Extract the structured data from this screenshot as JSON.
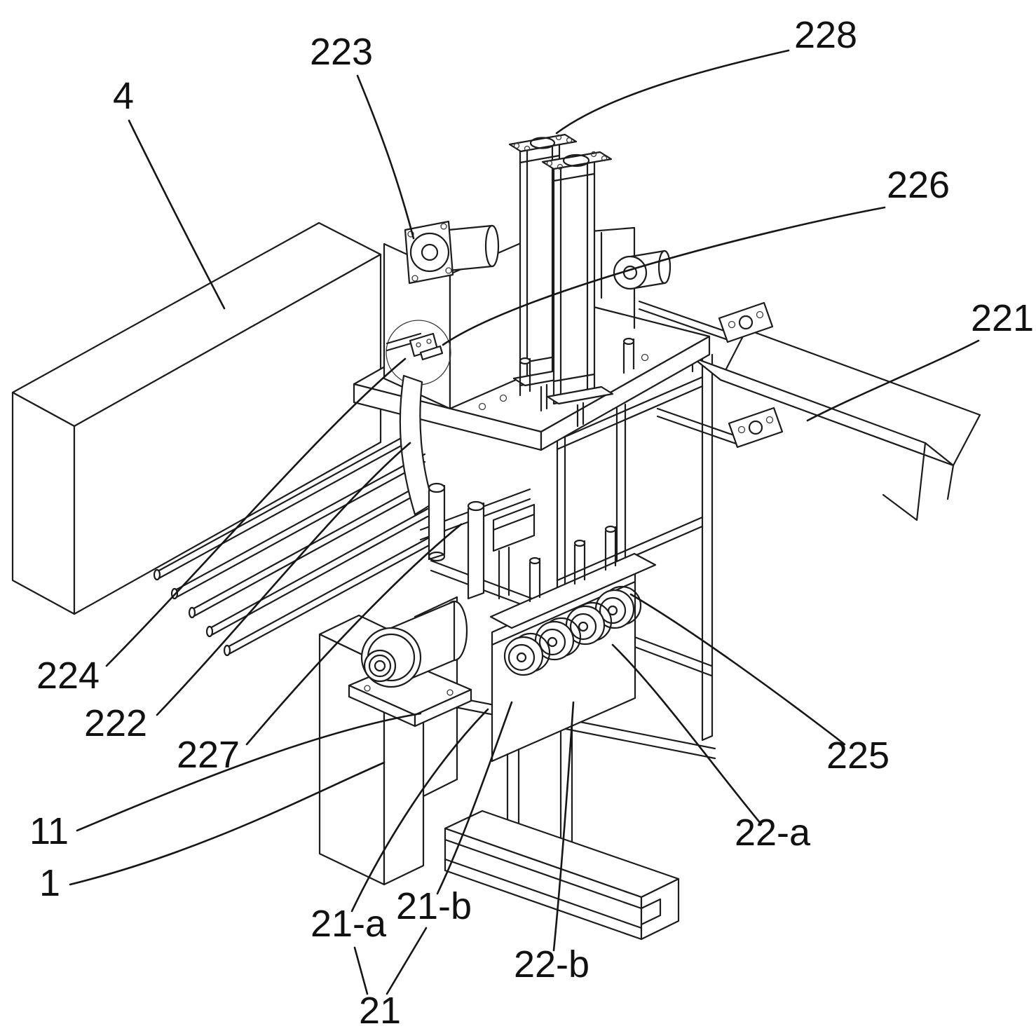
{
  "figure": {
    "type": "patent-line-drawing",
    "background": "#ffffff",
    "line_color": "#1c1c1c"
  },
  "labels": [
    {
      "id": "223",
      "text": "223"
    },
    {
      "id": "228",
      "text": "228"
    },
    {
      "id": "4",
      "text": "4"
    },
    {
      "id": "226",
      "text": "226"
    },
    {
      "id": "221",
      "text": "221"
    },
    {
      "id": "224",
      "text": "224"
    },
    {
      "id": "222",
      "text": "222"
    },
    {
      "id": "227",
      "text": "227"
    },
    {
      "id": "11",
      "text": "11"
    },
    {
      "id": "1",
      "text": "1"
    },
    {
      "id": "21-a",
      "text": "21-a"
    },
    {
      "id": "21-b",
      "text": "21-b"
    },
    {
      "id": "22-b",
      "text": "22-b"
    },
    {
      "id": "22-a",
      "text": "22-a"
    },
    {
      "id": "225",
      "text": "225"
    },
    {
      "id": "21",
      "text": "21"
    }
  ]
}
